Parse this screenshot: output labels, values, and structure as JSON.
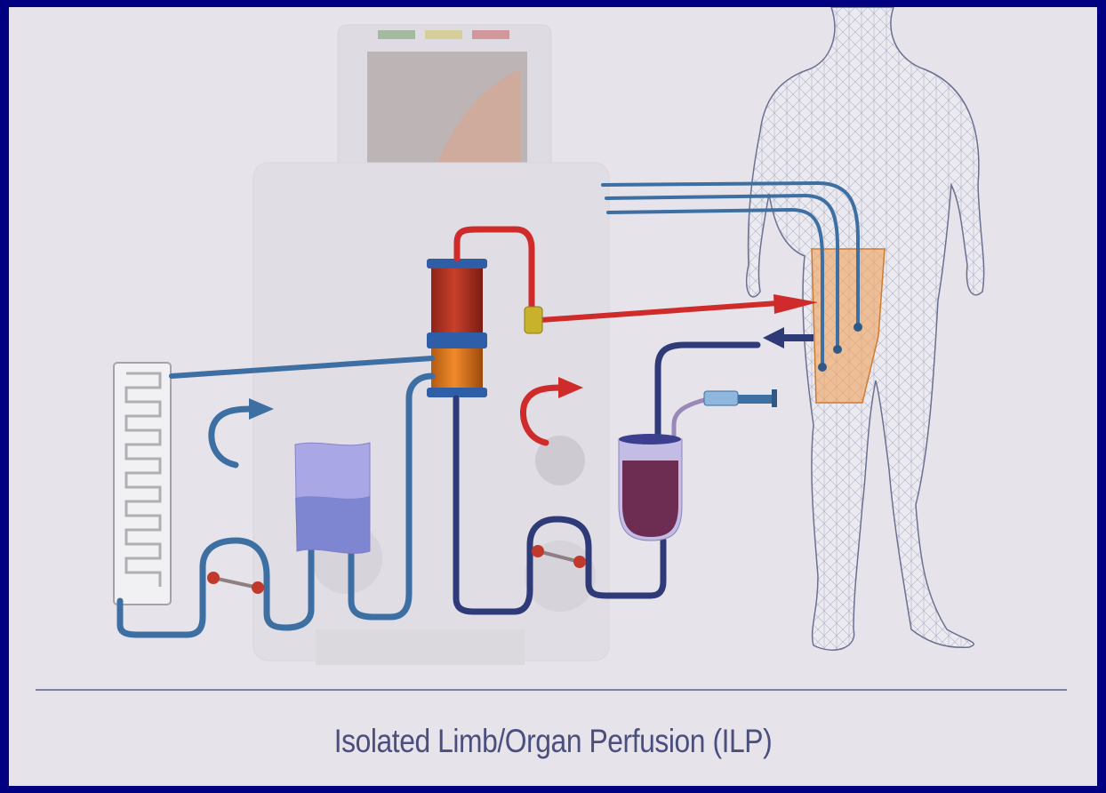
{
  "caption": "Isolated Limb/Organ Perfusion (ILP)",
  "colors": {
    "frame": "#000080",
    "background": "#e7e3ea",
    "arterial_line": "#d02b2b",
    "venous_line": "#2f3a78",
    "circuit_line": "#3d6fa3",
    "leg_region": "#f0a25a",
    "caption": "#4a4f7e"
  },
  "icons": [
    "perfusion-machine",
    "oxygenator",
    "heat-exchanger",
    "roller-pump",
    "reservoir-bag",
    "blood-reservoir",
    "syringe",
    "wireframe-body",
    "flow-arrow"
  ]
}
